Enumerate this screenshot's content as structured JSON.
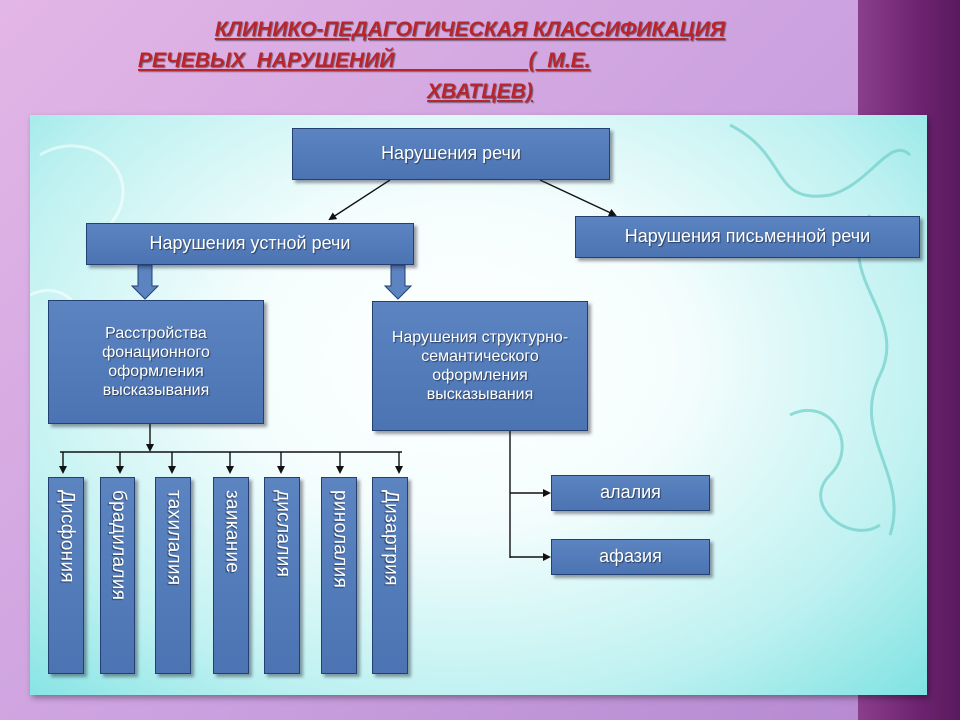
{
  "title": {
    "line1": "КЛИНИКО-ПЕДАГОГИЧЕСКАЯ КЛАССИФИКАЦИЯ",
    "line2": "РЕЧЕВЫХ  НАРУШЕНИЙ                       (  М.Е.",
    "line3": "ХВАТЦЕВ)"
  },
  "diagram": {
    "root": "Нарушения речи",
    "oral": "Нарушения устной речи",
    "written": "Нарушения письменной речи",
    "phonation": "Расстройства фонационного оформления высказывания",
    "structural": "Нарушения структурно-семантического оформления высказывания",
    "phonation_items": [
      "Дисфония",
      "брадилалия",
      "тахилалия",
      "заикание",
      "дислалия",
      "ринолалия",
      "Дизартрия"
    ],
    "structural_items": [
      "алалия",
      "афазия"
    ]
  },
  "colors": {
    "box_fill": "#4f77b6",
    "box_border": "#243f72",
    "title": "#b8262b",
    "panel": "#bff1f1"
  }
}
